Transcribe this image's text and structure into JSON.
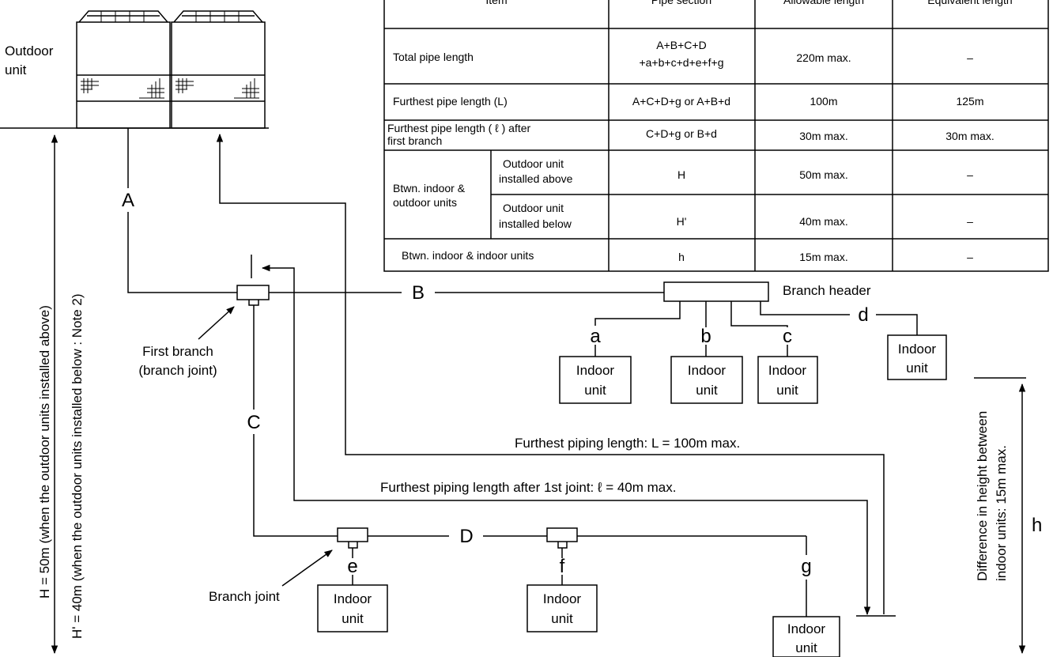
{
  "outdoor_label": [
    "Outdoor",
    "unit"
  ],
  "pipe_labels": {
    "A": "A",
    "B": "B",
    "C": "C",
    "D": "D",
    "a": "a",
    "b": "b",
    "c": "c",
    "d": "d",
    "e": "e",
    "f": "f",
    "g": "g",
    "h": "h"
  },
  "first_branch_label": [
    "First branch",
    "(branch joint)"
  ],
  "branch_joint_label": "Branch joint",
  "branch_header_label": "Branch header",
  "indoor_unit_label": [
    "Indoor",
    "unit"
  ],
  "furthest_length_label": "Furthest piping length: L = 100m max.",
  "furthest_after_joint_label": "Furthest piping length after 1st joint:  ℓ  = 40m max.",
  "height_left_1": "H = 50m (when the outdoor units installed above)",
  "height_left_2": "H' = 40m (when the outdoor units installed below : Note 2)",
  "height_right": [
    "Difference in height between",
    "indoor units: 15m max."
  ],
  "table": {
    "headers": [
      "Item",
      "Pipe section",
      "Allowable length",
      "Equivalent length"
    ],
    "rows": [
      {
        "item": "Total pipe length",
        "section": [
          "A+B+C+D",
          "+a+b+c+d+e+f+g"
        ],
        "allowable": "220m max.",
        "equivalent": "–"
      },
      {
        "item": "Furthest pipe length (L)",
        "section": [
          "A+C+D+g or A+B+d"
        ],
        "allowable": "100m",
        "equivalent": "125m"
      },
      {
        "item": [
          "Furthest pipe length ( ℓ ) after",
          "first branch"
        ],
        "section": [
          "C+D+g or B+d"
        ],
        "allowable": "30m max.",
        "equivalent": "30m max."
      },
      {
        "item_group": [
          "Btwn. indoor &",
          "outdoor units"
        ],
        "sub": [
          "Outdoor unit",
          "installed above"
        ],
        "section": [
          "H"
        ],
        "allowable": "50m max.",
        "equivalent": "–"
      },
      {
        "sub": [
          "Outdoor unit",
          "installed below"
        ],
        "section": [
          "H'"
        ],
        "allowable": "40m max.",
        "equivalent": "–"
      },
      {
        "item": "Btwn. indoor & indoor units",
        "section": [
          "h"
        ],
        "allowable": "15m max.",
        "equivalent": "–"
      }
    ]
  }
}
